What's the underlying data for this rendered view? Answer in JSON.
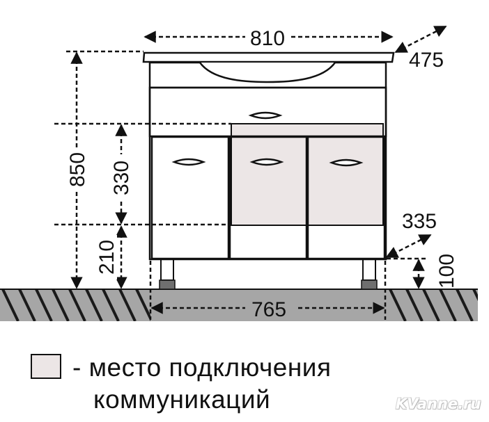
{
  "dimensions": {
    "top_width": "810",
    "depth_top": "475",
    "total_height": "850",
    "door_height": "330",
    "leg_height": "210",
    "depth_bottom": "335",
    "side_height": "100",
    "floor_width": "765"
  },
  "legend": {
    "line1": "- место подключения",
    "line2": "коммуникаций",
    "swatch_color": "#ece6e6"
  },
  "watermark": "KVanne.ru",
  "colors": {
    "floor": "#a6a6a6",
    "hatch": "#1a1a1a",
    "cabinet_fill": "#ffffff",
    "connection_zone": "#ece6e6",
    "line": "#111111"
  }
}
